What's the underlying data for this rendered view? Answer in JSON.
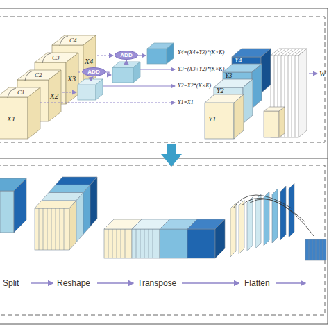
{
  "diagram": {
    "nodes": [
      {
        "text": [
          "ADD"
        ]
      },
      {
        "text": [
          "ADD"
        ]
      }
    ],
    "labels": [
      "C4",
      "C3",
      "C2",
      "C1",
      "X4",
      "X3",
      "X2",
      "X1",
      "Y4=(X4+Y3)*(K×K)",
      "Y3=(X3+Y2)*(K×K)",
      "Y2=X2*(K×K)",
      "Y1=X1",
      "Y4",
      "Y3",
      "Y2",
      "Y1",
      "W",
      "Split",
      "Reshape",
      "Transpose",
      "Flatten"
    ]
  }
}
